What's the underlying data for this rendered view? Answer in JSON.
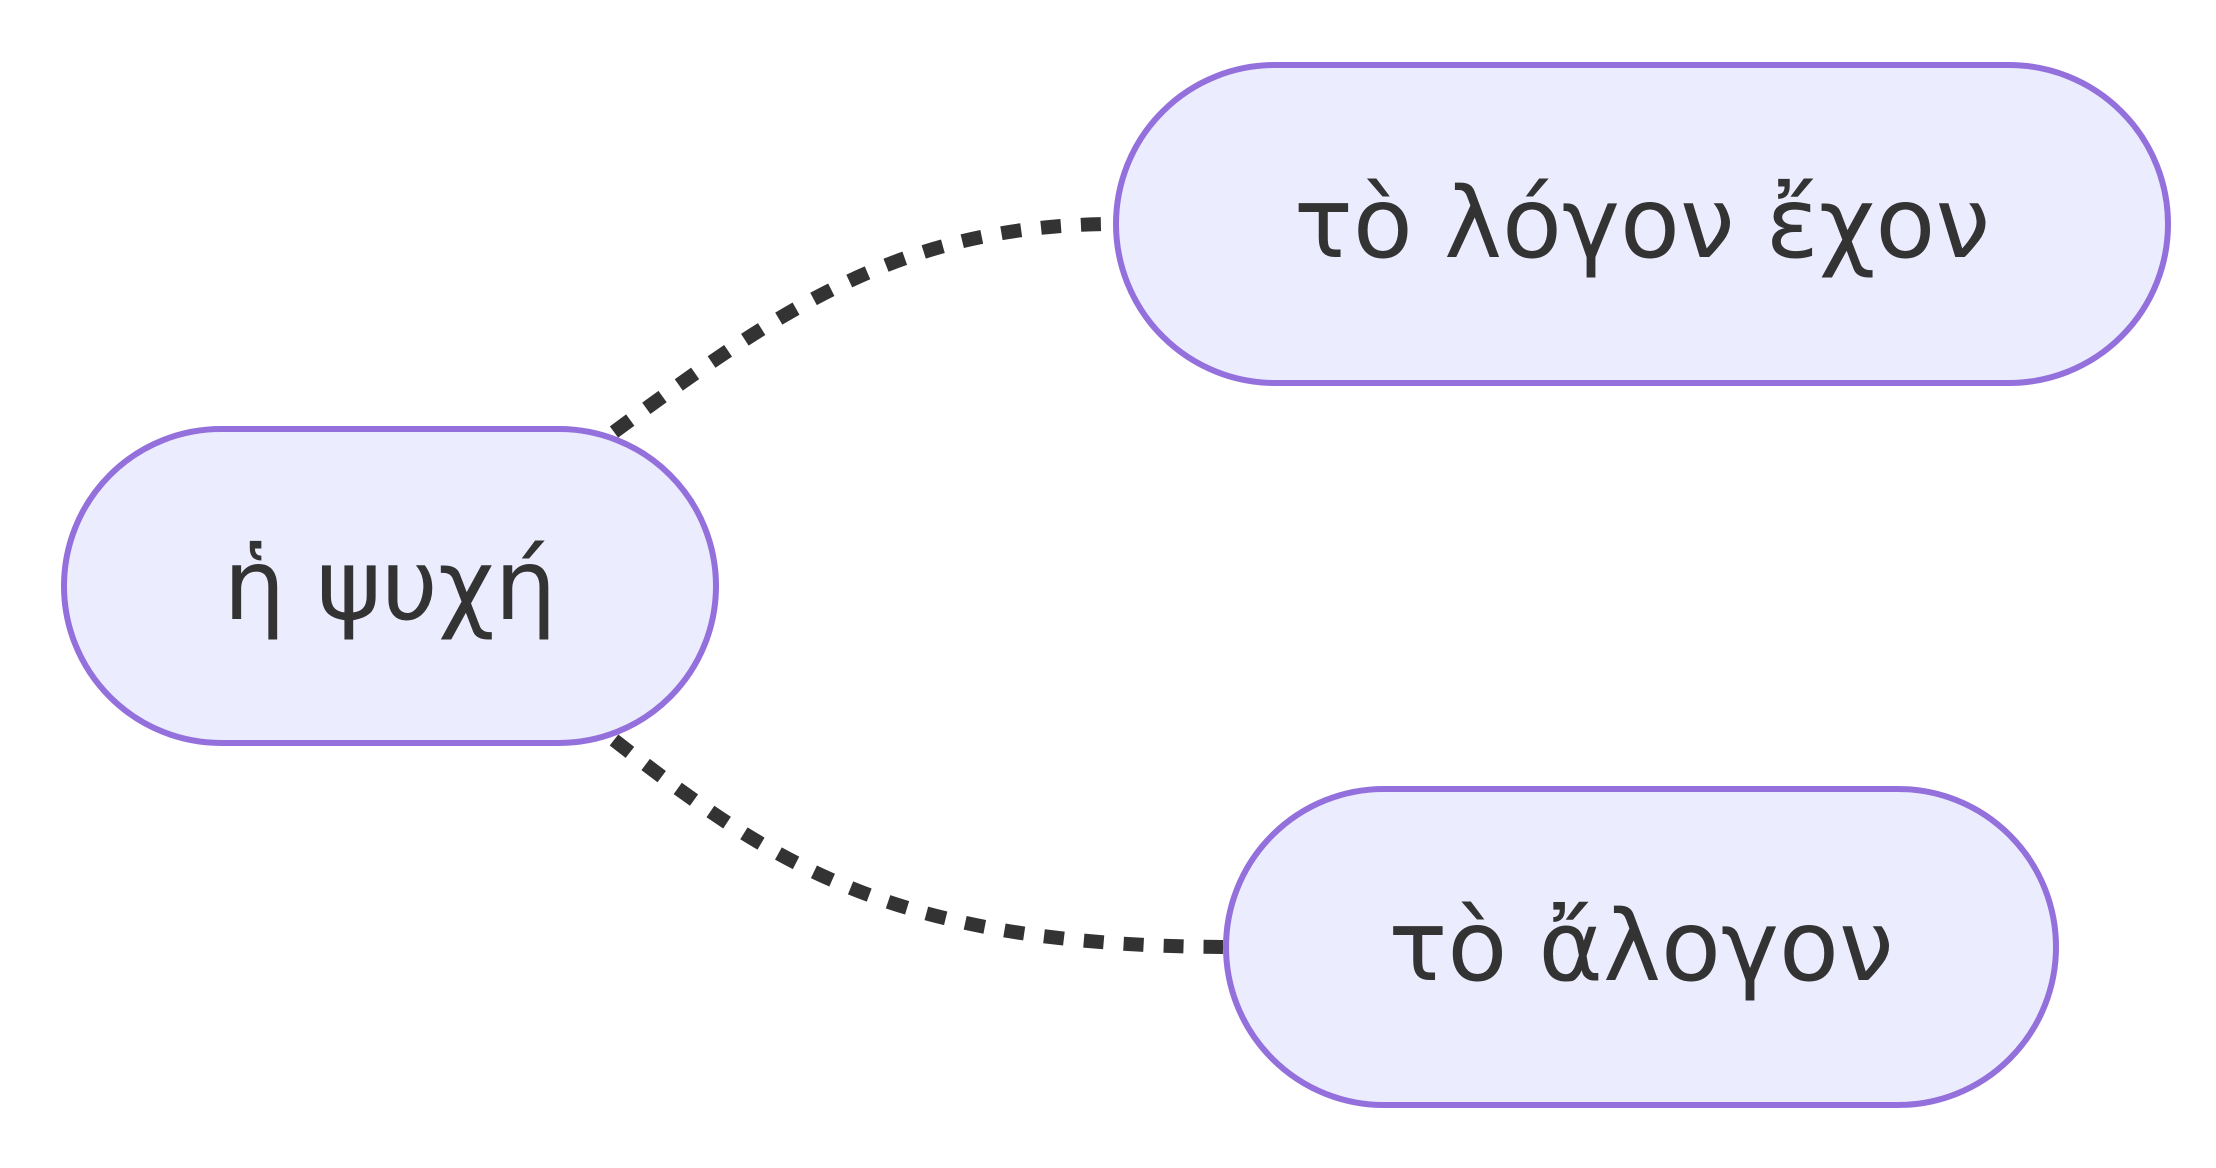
{
  "diagram": {
    "nodes": {
      "root": {
        "label": "ἡ ψυχή"
      },
      "rational": {
        "label": "τὸ λόγον ἔχον"
      },
      "irrational": {
        "label": "τὸ ἄλογον"
      }
    },
    "edges": [
      {
        "from": "root",
        "to": "rational",
        "style": "dotted"
      },
      {
        "from": "root",
        "to": "irrational",
        "style": "dotted"
      }
    ],
    "colors": {
      "node_fill": "#ECECFF",
      "node_border": "#9370DB",
      "edge": "#333333",
      "text": "#333333"
    }
  }
}
